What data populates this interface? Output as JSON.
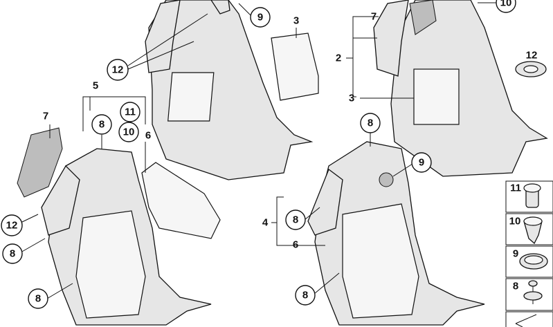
{
  "callouts": {
    "c9a": "9",
    "c3a": "3",
    "c12a": "12",
    "c5": "5",
    "c11a": "11",
    "c8a": "8",
    "c10a": "10",
    "c7a": "7",
    "c6a": "6",
    "c12b": "12",
    "c8b": "8",
    "c8c": "8",
    "c7b": "7",
    "c10b": "10",
    "c2": "2",
    "c3b": "3",
    "c12c": "12",
    "c8d": "8",
    "c9b": "9",
    "c4": "4",
    "c8e": "8",
    "c6b": "6",
    "c8f": "8"
  },
  "legend": {
    "i11": "11",
    "i10": "10",
    "i9": "9",
    "i8": "8"
  }
}
